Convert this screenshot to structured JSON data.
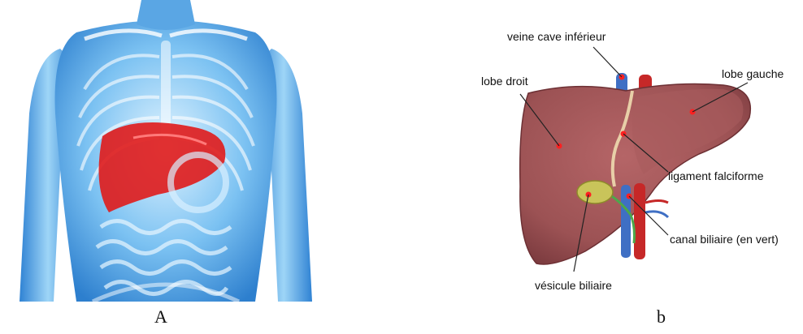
{
  "figure": {
    "panel_a": {
      "caption": "A"
    },
    "panel_b": {
      "caption": "b",
      "labels": {
        "ivc": "veine cave inférieur",
        "right_lobe": "lobe droit",
        "left_lobe": "lobe gauche",
        "falciform": "ligament falciforme",
        "bile_duct": "canal biliaire (en vert)",
        "gallbladder": "vésicule biliaire"
      }
    }
  },
  "colors": {
    "body_blue": "#3a8fd8",
    "body_light": "#bfe4fb",
    "liver_red_a": "#e01b1b",
    "liver_brown": "#a65a5c",
    "liver_dark": "#7c3b3f",
    "gallbladder": "#c9c45a",
    "vessel_red": "#c62828",
    "vessel_blue": "#3f6fc4",
    "marker": "#ff2020"
  }
}
